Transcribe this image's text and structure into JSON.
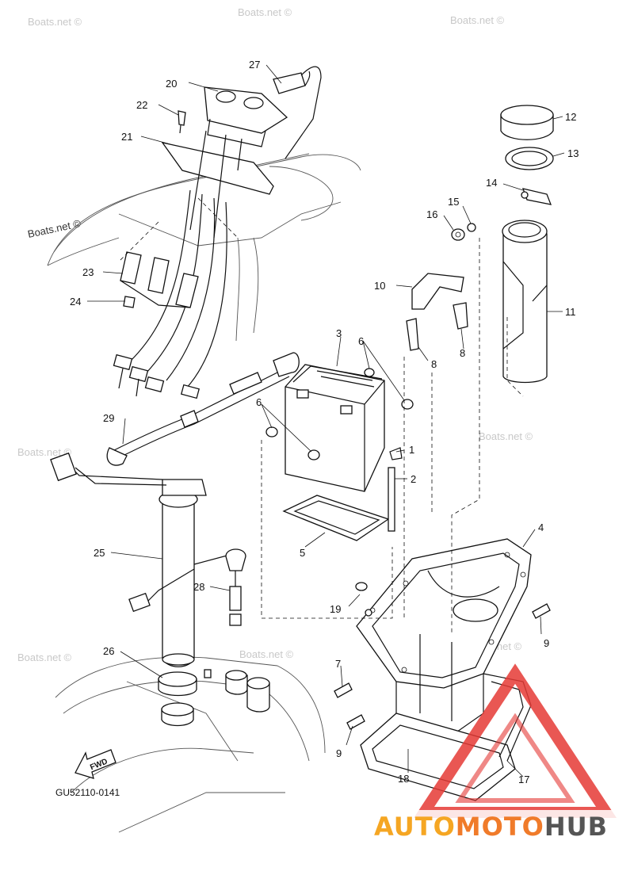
{
  "diagram": {
    "code": "GU52110-0141",
    "fwd_label": "FWD",
    "watermark": "Boats.net ©",
    "parts": {
      "p1": "1",
      "p2": "2",
      "p3": "3",
      "p4": "4",
      "p5": "5",
      "p6a": "6",
      "p6b": "6",
      "p7": "7",
      "p8a": "8",
      "p8b": "8",
      "p9a": "9",
      "p9b": "9",
      "p10": "10",
      "p11": "11",
      "p12": "12",
      "p13": "13",
      "p14": "14",
      "p15": "15",
      "p16": "16",
      "p17": "17",
      "p18": "18",
      "p19": "19",
      "p20": "20",
      "p21": "21",
      "p22": "22",
      "p23": "23",
      "p24": "24",
      "p25": "25",
      "p26": "26",
      "p27": "27",
      "p28": "28",
      "p29": "29"
    }
  },
  "logo": {
    "part1": "AUTO",
    "part2": "MOTO",
    "part3": "HUB",
    "triangle_color": "#e53935"
  }
}
